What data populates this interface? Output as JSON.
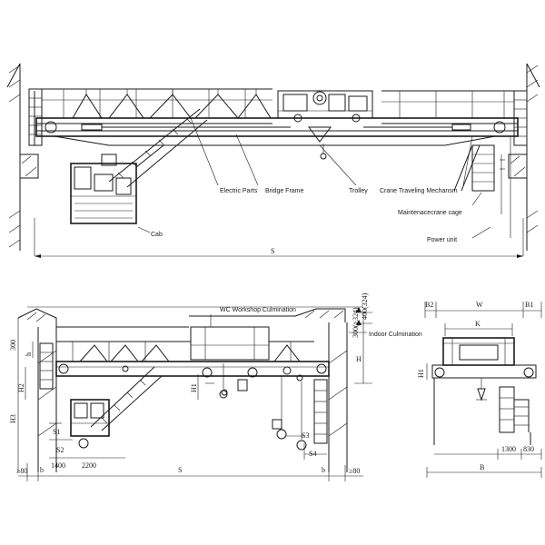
{
  "top_view": {
    "labels": {
      "electric_parts": "Electric Parts",
      "bridge_frame": "Bridge Frame",
      "trolley": "Trolley",
      "crane_traveling": "Crane Traveling Mechansm",
      "maintenance_cage": "Maintenacecrane cage",
      "power_unit": "Power unit",
      "cab": "Cab"
    },
    "span_label": "S"
  },
  "elevation": {
    "wc_label": "WC Workshop Culmination",
    "indoor_label": "Indoor Culmination",
    "dims": {
      "d300": "300",
      "d300b": "300(≥324)",
      "d400": "400(324)",
      "h": "H",
      "h1": "H1",
      "h2": "H2",
      "h3": "H3",
      "s1": "S1",
      "s2": "S2",
      "s3": "S3",
      "s4": "S4",
      "d1400": "1400",
      "d2200": "2200",
      "s": "S",
      "b": "b",
      "b2": "b",
      "ge80a": "≥80",
      "ge80b": "≥80",
      "h_small": "h"
    }
  },
  "side_view": {
    "dims": {
      "b2": "B2",
      "w": "W",
      "b1": "B1",
      "k": "K",
      "h1": "H1",
      "d1300": "1300",
      "d830": "830",
      "b": "B"
    }
  }
}
